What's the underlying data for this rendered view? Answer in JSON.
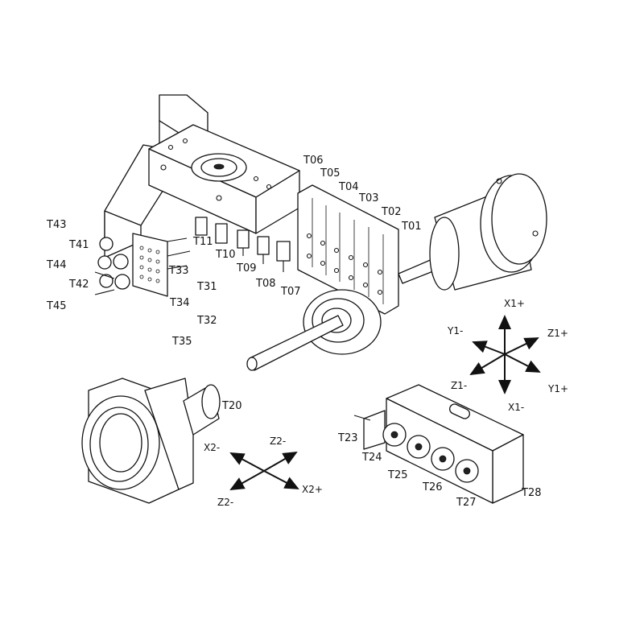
{
  "tool_labels": {
    "T01": "T01",
    "T02": "T02",
    "T03": "T03",
    "T04": "T04",
    "T05": "T05",
    "T06": "T06",
    "T07": "T07",
    "T08": "T08",
    "T09": "T09",
    "T10": "T10",
    "T11": "T11",
    "T20": "T20",
    "T23": "T23",
    "T24": "T24",
    "T25": "T25",
    "T26": "T26",
    "T27": "T27",
    "T28": "T28",
    "T31": "T31",
    "T32": "T32",
    "T33": "T33",
    "T34": "T34",
    "T35": "T35",
    "T41": "T41",
    "T42": "T42",
    "T43": "T43",
    "T44": "T44",
    "T45": "T45"
  },
  "axes_main": {
    "x1p": "X1+",
    "x1m": "X1-",
    "y1m": "Y1-",
    "y1p": "Y1+",
    "z1p": "Z1+",
    "z1m": "Z1-"
  },
  "axes_sub": {
    "x2m": "X2-",
    "x2p": "X2+",
    "z2m_top": "Z2-",
    "z2m_bottom": "Z2-"
  }
}
